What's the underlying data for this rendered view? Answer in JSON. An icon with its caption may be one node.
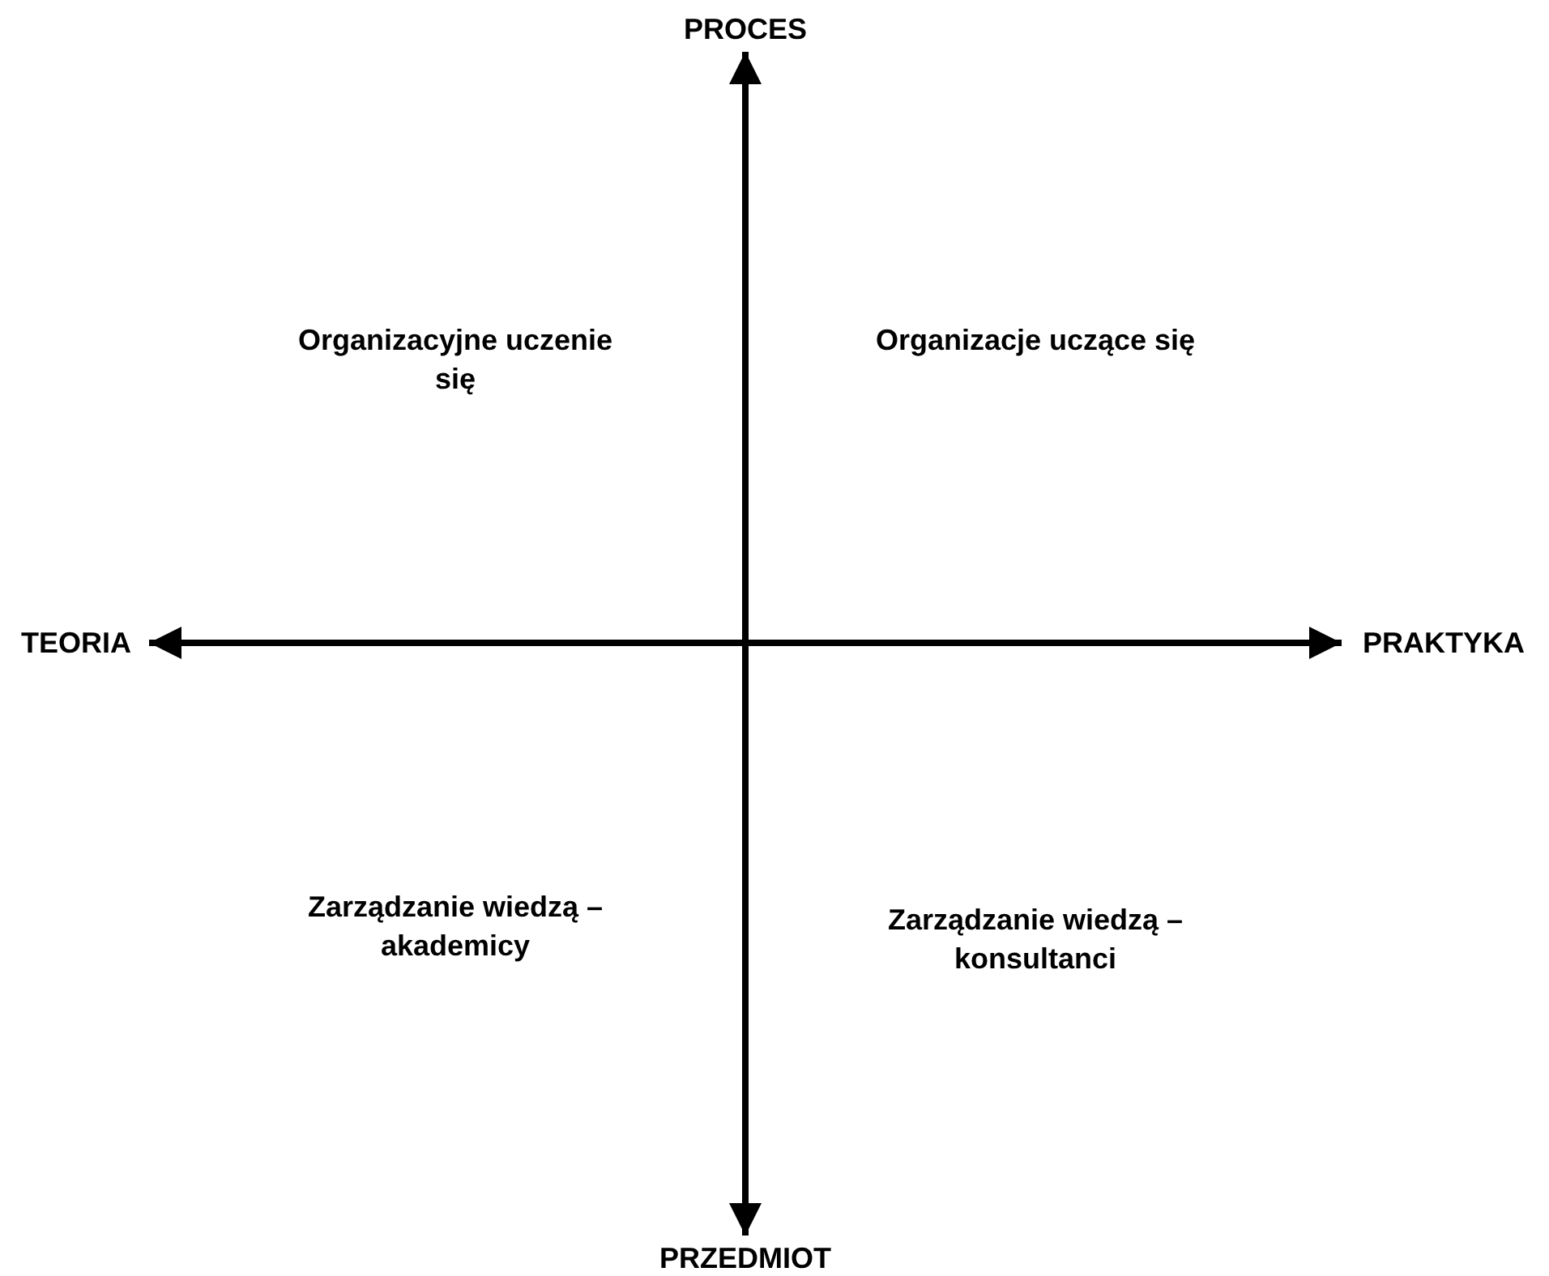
{
  "diagram": {
    "nodes": [
      {
        "text": [
          "PROCES"
        ]
      },
      {
        "text": [
          "TEORIA"
        ]
      },
      {
        "text": [
          "PRAKTYKA"
        ]
      },
      {
        "text": [
          "PRZEDMIOT"
        ]
      }
    ],
    "edges": [
      {
        "from": 0,
        "to": 3,
        "arrow": "both"
      },
      {
        "from": 1,
        "to": 2,
        "arrow": "both"
      }
    ],
    "labels": [
      "Organizacyjne uczenie się",
      "Organizacje uczące się",
      "Zarządzanie wiedzą – akademicy",
      "Zarządzanie wiedzą – konsultanci"
    ]
  }
}
